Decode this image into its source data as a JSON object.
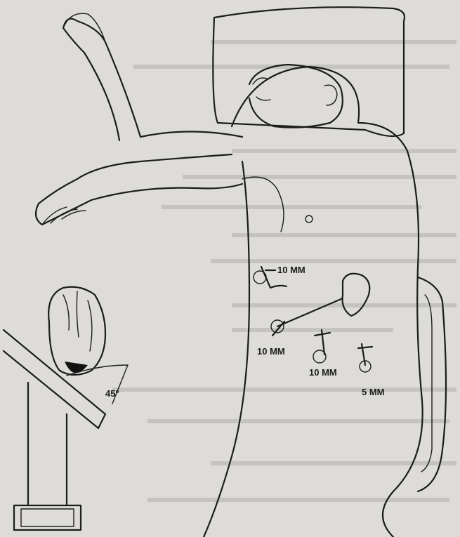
{
  "labels": {
    "port_upper": "10 MM",
    "port_left": "10 MM",
    "port_middle": "10 MM",
    "port_right": "5 MM",
    "tilt_angle": "45°"
  },
  "colors": {
    "paper": "#dedcd9",
    "ink": "#1c1c1c",
    "bleed_text": "#b9b8b6"
  }
}
